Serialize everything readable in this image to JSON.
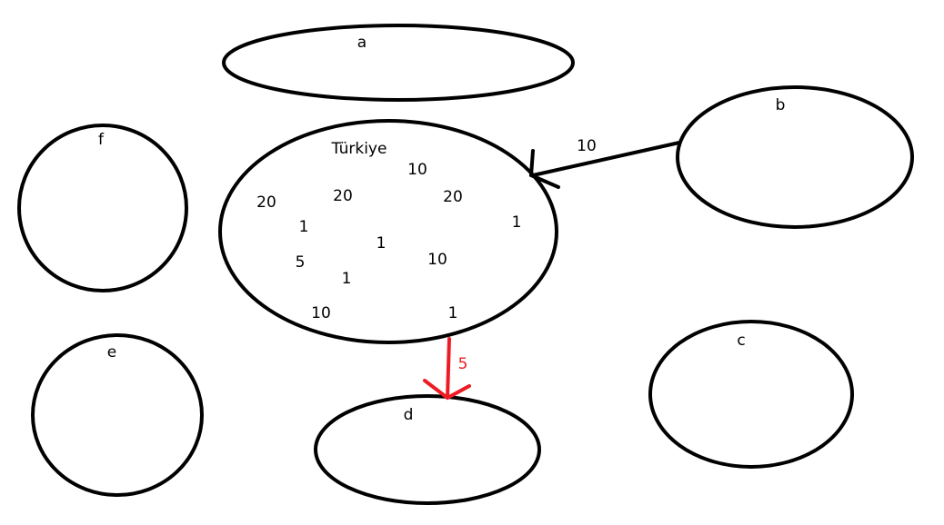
{
  "nodes": {
    "a": "a",
    "b": "b",
    "c": "c",
    "d": "d",
    "e": "e",
    "f": "f",
    "turkiye": "Türkiye"
  },
  "inner_numbers": [
    "10",
    "20",
    "20",
    "20",
    "1",
    "1",
    "1",
    "5",
    "10",
    "1",
    "10",
    "1"
  ],
  "edges": {
    "b_to_turkiye": "10",
    "turkiye_to_d": "5"
  },
  "colors": {
    "stroke": "#000000",
    "highlight": "#ed1c24",
    "background": "#ffffff"
  }
}
